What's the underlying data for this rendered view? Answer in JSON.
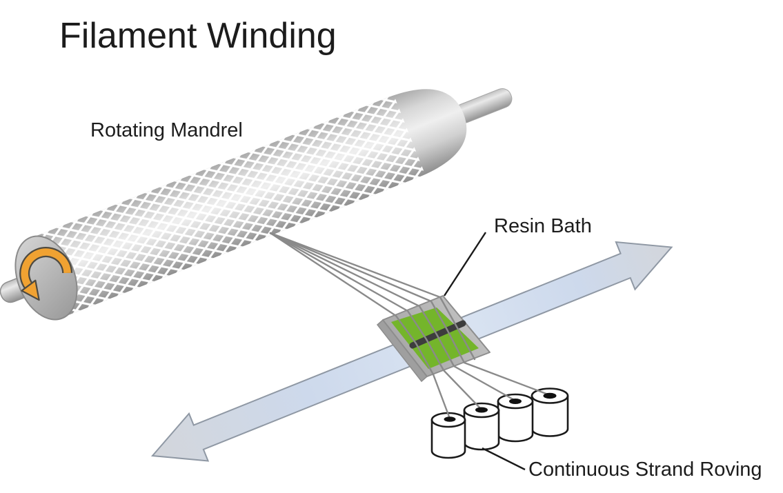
{
  "title": "Filament Winding",
  "labels": {
    "rotating_mandrel": "Rotating Mandrel",
    "resin_bath": "Resin Bath",
    "continuous_strand_roving": "Continuous Strand Roving"
  },
  "colors": {
    "rotation_arrow_orange": "#F0A232",
    "rotation_arrow_outline": "#4E4A40",
    "resin_green": "#74B52B",
    "rod_dark": "#3D3D3D",
    "fiber_gray": "#8A8A8A",
    "band_blue": "#CDD9EC",
    "band_blue_light": "#DAE4F2",
    "band_gray": "#D3D6DB",
    "band_stroke": "#8F98A4",
    "tray_gray": "#B2B2B2",
    "tray_wall_gray": "#9F9F9F",
    "tray_stroke": "#8D8D8D",
    "spool_fill": "#FFFFFF",
    "spool_stroke": "#1A1A1A",
    "hole_black": "#111111",
    "pointer_black": "#1A1A1A",
    "text_color": "#1C1C1C"
  },
  "diagram": {
    "type": "process-diagram",
    "subject": "Filament Winding",
    "components": [
      "Rotating Mandrel",
      "Resin Bath",
      "Continuous Strand Roving"
    ],
    "spool_count": 4,
    "fiber_strand_count": 5
  }
}
